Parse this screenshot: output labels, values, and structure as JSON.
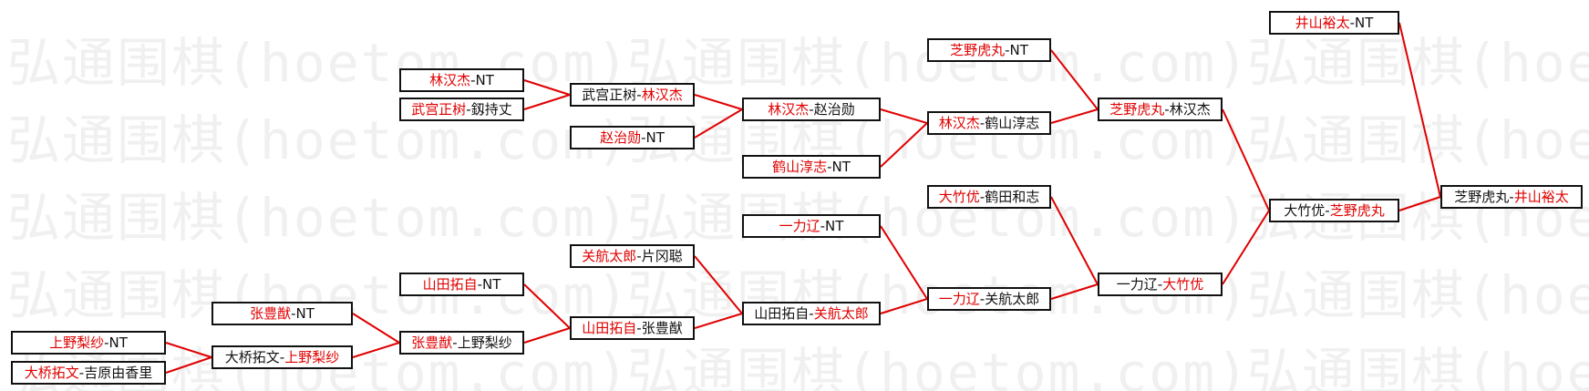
{
  "watermark": {
    "text": "弘通围棋(hoetom.com)"
  },
  "colors": {
    "winner": "#e00000",
    "text": "#111111",
    "line": "#e00000",
    "border": "#111111"
  },
  "matches": [
    {
      "id": "r1a",
      "left": "林汉杰",
      "sep": "-",
      "right": "NT",
      "winner": "left"
    },
    {
      "id": "r1b",
      "left": "武宫正树",
      "sep": "-",
      "right": "釼持丈",
      "winner": "left"
    },
    {
      "id": "r1c",
      "left": "赵治勋",
      "sep": "-",
      "right": "NT",
      "winner": "left"
    },
    {
      "id": "r1d",
      "left": "鹤山淳志",
      "sep": "-",
      "right": "NT",
      "winner": "left"
    },
    {
      "id": "r1e",
      "left": "芝野虎丸",
      "sep": "-",
      "right": "NT",
      "winner": "left"
    },
    {
      "id": "r1f",
      "left": "井山裕太",
      "sep": "-",
      "right": "NT",
      "winner": "left"
    },
    {
      "id": "r1g",
      "left": "大竹优",
      "sep": "-",
      "right": "鹤田和志",
      "winner": "left"
    },
    {
      "id": "r1h",
      "left": "一力辽",
      "sep": "-",
      "right": "NT",
      "winner": "left"
    },
    {
      "id": "r1i",
      "left": "关航太郎",
      "sep": "-",
      "right": "片冈聪",
      "winner": "left"
    },
    {
      "id": "r1j",
      "left": "山田拓自",
      "sep": "-",
      "right": "NT",
      "winner": "left"
    },
    {
      "id": "r1k",
      "left": "张豊猷",
      "sep": "-",
      "right": "NT",
      "winner": "left"
    },
    {
      "id": "r1l",
      "left": "上野梨纱",
      "sep": "-",
      "right": "NT",
      "winner": "left"
    },
    {
      "id": "r1m",
      "left": "大桥拓文",
      "sep": "-",
      "right": "吉原由香里",
      "winner": "left"
    },
    {
      "id": "r2a",
      "left": "武宫正树",
      "sep": "-",
      "right": "林汉杰",
      "winner": "right"
    },
    {
      "id": "r3a",
      "left": "林汉杰",
      "sep": "-",
      "right": "赵治勋",
      "winner": "left"
    },
    {
      "id": "r4a",
      "left": "林汉杰",
      "sep": "-",
      "right": "鹤山淳志",
      "winner": "left"
    },
    {
      "id": "r5a",
      "left": "芝野虎丸",
      "sep": "-",
      "right": "林汉杰",
      "winner": "left"
    },
    {
      "id": "r2b",
      "left": "大桥拓文",
      "sep": "-",
      "right": "上野梨纱",
      "winner": "right"
    },
    {
      "id": "r3b",
      "left": "张豊猷",
      "sep": "-",
      "right": "上野梨纱",
      "winner": "left"
    },
    {
      "id": "r4b",
      "left": "山田拓自",
      "sep": "-",
      "right": "张豊猷",
      "winner": "left"
    },
    {
      "id": "r5b",
      "left": "山田拓自",
      "sep": "-",
      "right": "关航太郎",
      "winner": "right"
    },
    {
      "id": "r6b",
      "left": "一力辽",
      "sep": "-",
      "right": "关航太郎",
      "winner": "left"
    },
    {
      "id": "r7b",
      "left": "一力辽",
      "sep": "-",
      "right": "大竹优",
      "winner": "right"
    },
    {
      "id": "semi",
      "left": "大竹优",
      "sep": "-",
      "right": "芝野虎丸",
      "winner": "right"
    },
    {
      "id": "final",
      "left": "芝野虎丸",
      "sep": "-",
      "right": "井山裕太",
      "winner": "right"
    }
  ],
  "links": [
    [
      "r1a",
      "r2a"
    ],
    [
      "r1b",
      "r2a"
    ],
    [
      "r2a",
      "r3a"
    ],
    [
      "r1c",
      "r3a"
    ],
    [
      "r3a",
      "r4a"
    ],
    [
      "r1d",
      "r4a"
    ],
    [
      "r1e",
      "r5a"
    ],
    [
      "r4a",
      "r5a"
    ],
    [
      "r1l",
      "r2b"
    ],
    [
      "r1m",
      "r2b"
    ],
    [
      "r1k",
      "r3b"
    ],
    [
      "r2b",
      "r3b"
    ],
    [
      "r1j",
      "r4b"
    ],
    [
      "r3b",
      "r4b"
    ],
    [
      "r1i",
      "r5b"
    ],
    [
      "r4b",
      "r5b"
    ],
    [
      "r1h",
      "r6b"
    ],
    [
      "r5b",
      "r6b"
    ],
    [
      "r1g",
      "r7b"
    ],
    [
      "r6b",
      "r7b"
    ],
    [
      "r5a",
      "semi"
    ],
    [
      "r7b",
      "semi"
    ],
    [
      "r1f",
      "final"
    ],
    [
      "semi",
      "final"
    ]
  ]
}
